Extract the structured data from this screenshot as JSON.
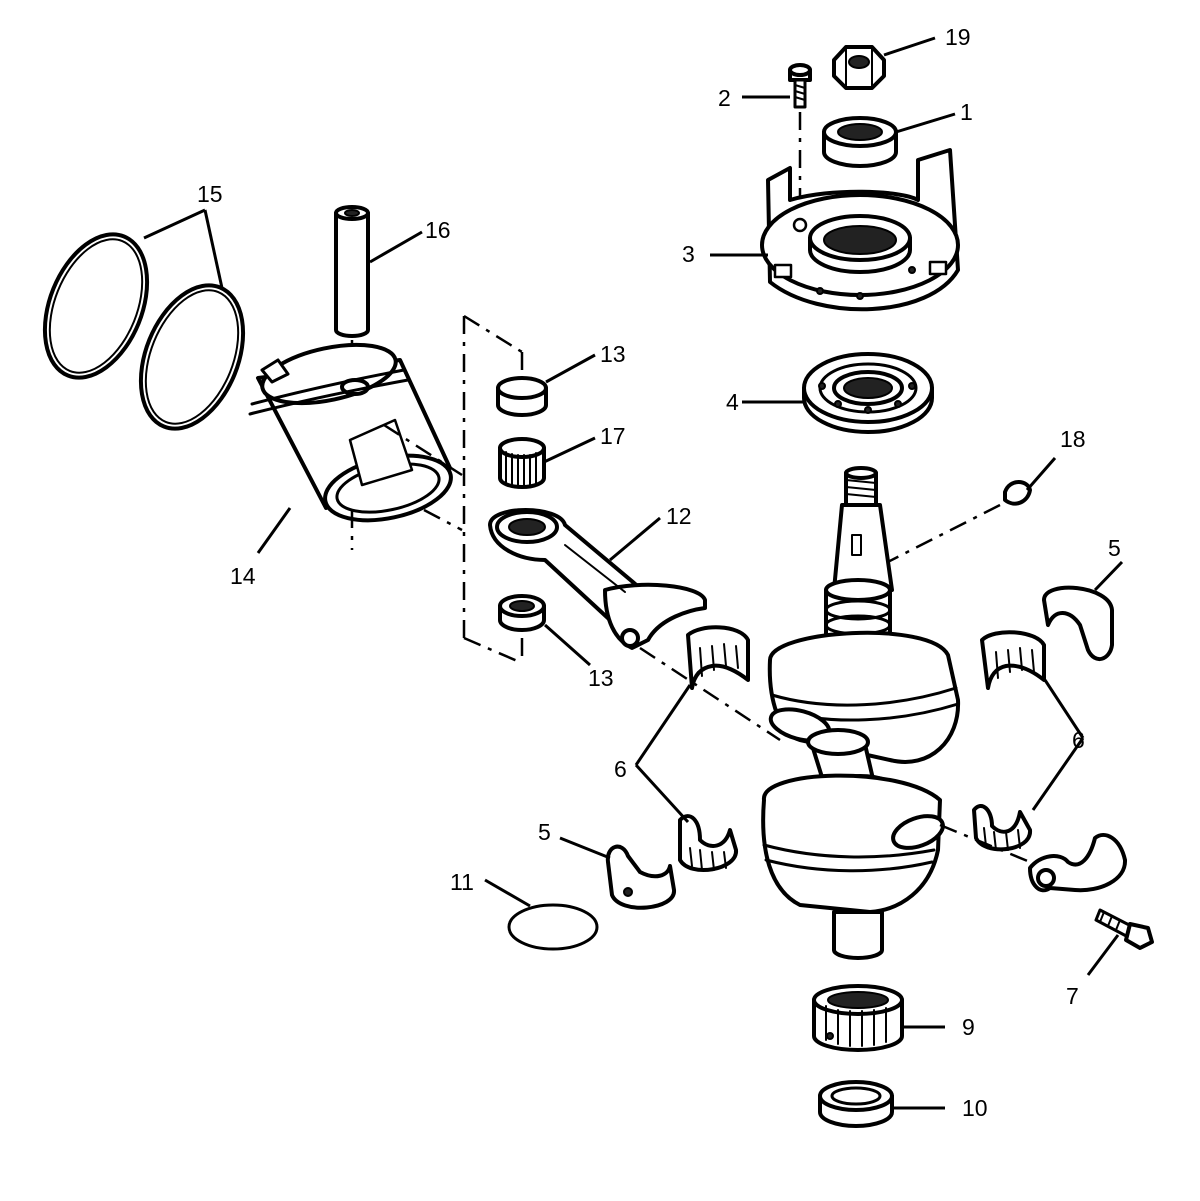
{
  "callouts": {
    "c1": "1",
    "c2": "2",
    "c3": "3",
    "c4": "4",
    "c5a": "5",
    "c5b": "5",
    "c6a": "6",
    "c6b": "6",
    "c7": "7",
    "c9": "9",
    "c10": "10",
    "c11": "11",
    "c12": "12",
    "c13a": "13",
    "c13b": "13",
    "c14": "14",
    "c15": "15",
    "c16": "16",
    "c17": "17",
    "c18": "18",
    "c19": "19"
  }
}
